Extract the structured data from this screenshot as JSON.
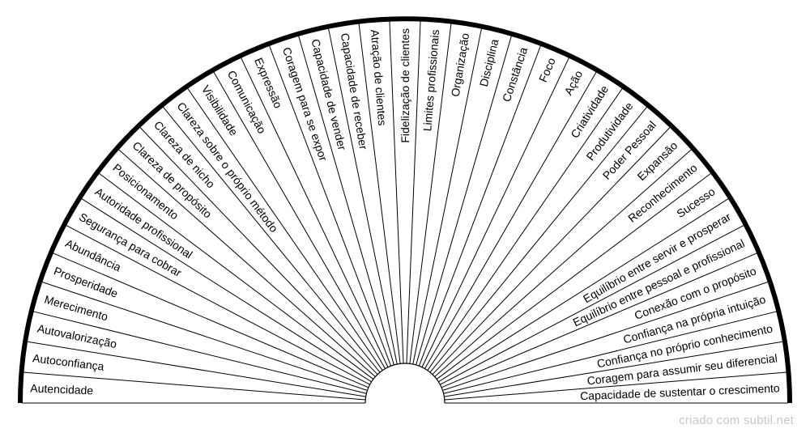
{
  "diagram": {
    "sectors": [
      "Autencidade",
      "Autoconfiança",
      "Autovalorização",
      "Merecimento",
      "Prosperidade",
      "Abundância",
      "Segurança para cobrar",
      "Autoridade profissional",
      "Posicionamento",
      "Clareza de propósito",
      "Clareza de nicho",
      "Clareza sobre o próprio método",
      "Visibilidade",
      "Comunicação",
      "Expressão",
      "Coragem para se expor",
      "Capacidade de vender",
      "Capacidade de receber",
      "Atração de clientes",
      "Fidelização de clientes",
      "Limites profissionais",
      "Organização",
      "Disciplina",
      "Constância",
      "Foco",
      "Ação",
      "Criatividade",
      "Produtividade",
      "Poder Pessoal",
      "Expansão",
      "Reconhecimento",
      "Sucesso",
      "Equilíbrio entre servir e prosperar",
      "Equilíbrio entre pessoal e profissional",
      "Conexão com o propósito",
      "Confiança na própria intuição",
      "Confiança no próprio conhecimento",
      "Coragem para assumir seu diferencial",
      "Capacidade de sustentar o crescimento"
    ],
    "colors": {
      "line": "#000000",
      "background": "#ffffff",
      "credit": "#c8c8c8"
    }
  },
  "footer": {
    "credit": "criado com subtil.net"
  }
}
